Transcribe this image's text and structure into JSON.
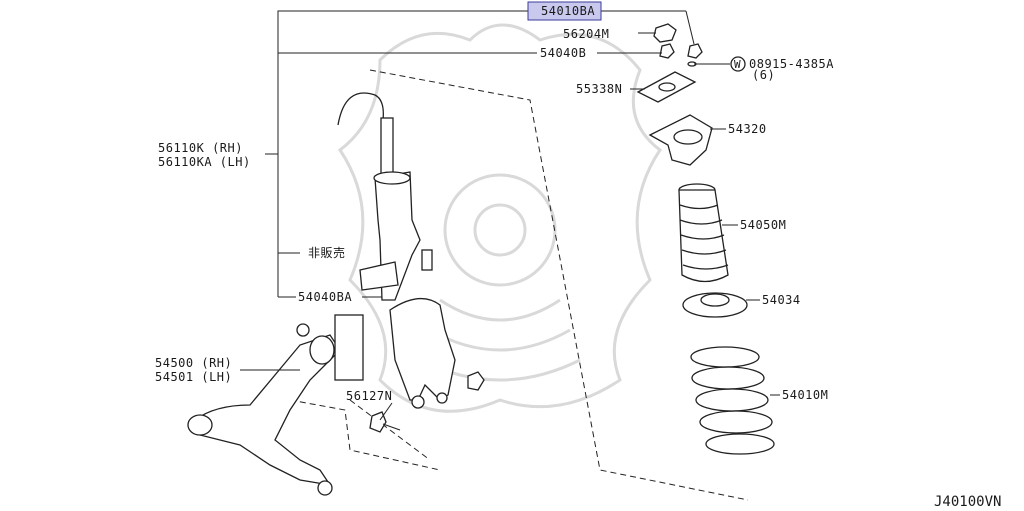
{
  "diagram_code": "J40100VN",
  "highlight_color": "#c9c9ee",
  "callouts": {
    "assy_54010BA": "54010BA",
    "nut_56204M": "56204M",
    "nut_54040B": "54040B",
    "washer_prefix": "W",
    "washer_08915": "08915-4385A",
    "washer_qty": "(6)",
    "insulator_55338N": "55338N",
    "mount_54320": "54320",
    "boot_54050M": "54050M",
    "seat_54034": "54034",
    "spring_54010M": "54010M",
    "strut_rh": "56110K (RH)",
    "strut_lh": "56110KA (LH)",
    "not_for_sale": "非販売",
    "bolt_54040BA": "54040BA",
    "arm_rh": "54500 (RH)",
    "arm_lh": "54501 (LH)",
    "bolt_56127N": "56127N"
  }
}
